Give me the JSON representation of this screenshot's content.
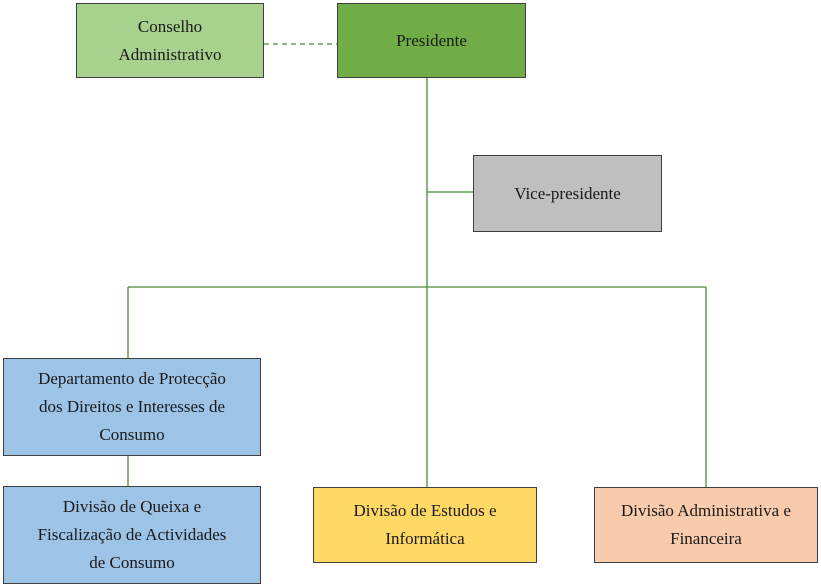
{
  "colors": {
    "connector": "#4a8a3a",
    "conselho_fill": "#a9d18e",
    "presidente_fill": "#70ad47",
    "vice_fill": "#bfbfbf",
    "departamento_fill": "#9dc3e6",
    "queixa_fill": "#9dc3e6",
    "estudos_fill": "#ffd966",
    "administrativa_fill": "#f8cbad"
  },
  "nodes": {
    "conselho": {
      "label": "Conselho\nAdministrativo"
    },
    "presidente": {
      "label": "Presidente"
    },
    "vice": {
      "label": "Vice-presidente"
    },
    "departamento": {
      "label": "Departamento de Protecção\ndos Direitos e Interesses  de\nConsumo"
    },
    "queixa": {
      "label": "Divisão de Queixa e\nFiscalização  de Actividades\nde Consumo"
    },
    "estudos": {
      "label": "Divisão de Estudos e\nInformática"
    },
    "administrativa": {
      "label": "Divisão Administrativa  e\nFinanceira"
    }
  },
  "edges": [
    {
      "from": "conselho",
      "to": "presidente",
      "style": "dashed"
    },
    {
      "from": "presidente",
      "to": "vice",
      "style": "solid"
    },
    {
      "from": "presidente",
      "to": "departamento",
      "style": "solid"
    },
    {
      "from": "presidente",
      "to": "estudos",
      "style": "solid"
    },
    {
      "from": "presidente",
      "to": "administrativa",
      "style": "solid"
    },
    {
      "from": "departamento",
      "to": "queixa",
      "style": "solid"
    }
  ]
}
